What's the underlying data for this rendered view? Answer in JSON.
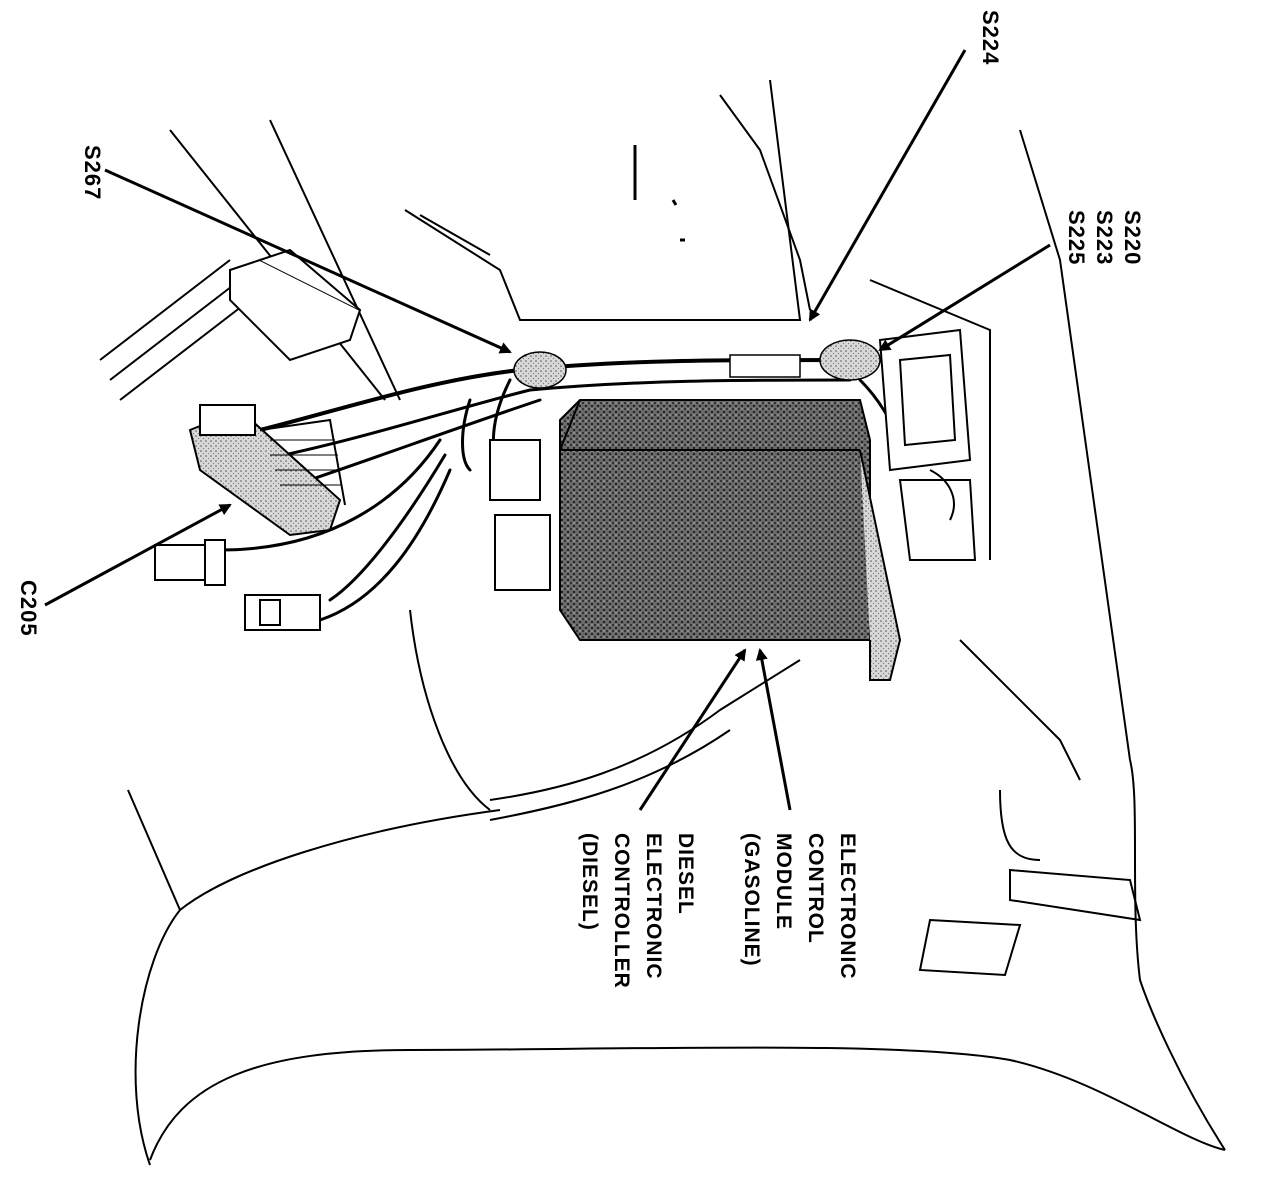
{
  "labels": {
    "s267": "S267",
    "s224": "S224",
    "s220": "S220",
    "s223": "S223",
    "s225": "S225",
    "c205": "C205",
    "ecm_line1": "ELECTRONIC",
    "ecm_line2": "CONTROL",
    "ecm_line3": "MODULE",
    "ecm_line4": "(GASOLINE)",
    "diesel_line1": "DIESEL",
    "diesel_line2": "ELECTRONIC",
    "diesel_line3": "CONTROLLER",
    "diesel_line4": "(DIESEL)"
  },
  "colors": {
    "ink": "#000000",
    "paper": "#ffffff",
    "shade": "#4a4a4a"
  }
}
